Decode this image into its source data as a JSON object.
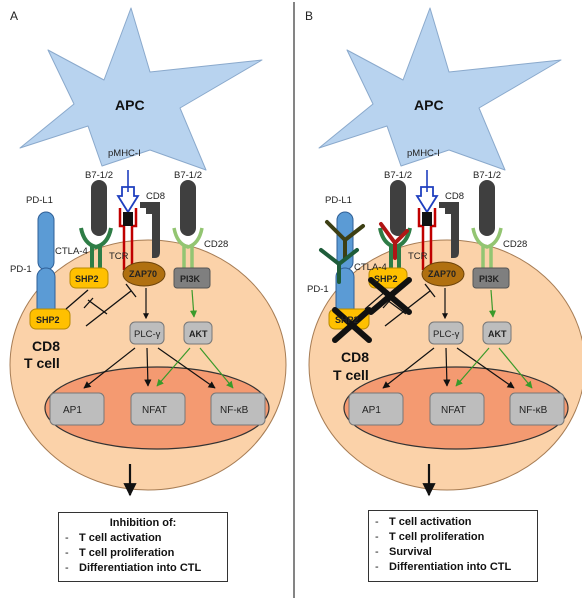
{
  "panels": [
    {
      "id": "A",
      "panel_label": "A",
      "apc": "APC",
      "pmhc": "pMHC-I",
      "b7_left": "B7-1/2",
      "b7_right": "B7-1/2",
      "cd8_receptor": "CD8",
      "pd_l1": "PD-L1",
      "pd_1": "PD-1",
      "ctla4": "CTLA-4",
      "tcr": "TCR",
      "cd28": "CD28",
      "shp2_top": "SHP2",
      "shp2_bottom": "SHP2",
      "zap70": "ZAP70",
      "pi3k": "PI3K",
      "plc": "PLC-γ",
      "akt": "AKT",
      "cell_line1": "CD8",
      "cell_line2": "T cell",
      "tf": [
        "AP1",
        "NFAT",
        "NF-κB"
      ],
      "outcome_title": "Inhibition of:",
      "outcomes": [
        "T cell activation",
        "T cell proliferation",
        "Differentiation into CTL"
      ]
    },
    {
      "id": "B",
      "panel_label": "B",
      "apc": "APC",
      "pmhc": "pMHC-I",
      "b7_left": "B7-1/2",
      "b7_right": "B7-1/2",
      "cd8_receptor": "CD8",
      "pd_l1": "PD-L1",
      "pd_1": "PD-1",
      "ctla4": "CTLA-4",
      "tcr": "TCR",
      "cd28": "CD28",
      "shp2_top": "SHP2",
      "shp2_bottom": "SHP2",
      "zap70": "ZAP70",
      "pi3k": "PI3K",
      "plc": "PLC-γ",
      "akt": "AKT",
      "cell_line1": "CD8",
      "cell_line2": "T cell",
      "tf": [
        "AP1",
        "NFAT",
        "NF-κB"
      ],
      "outcomes": [
        "T cell activation",
        "T cell proliferation",
        "Survival",
        "Differentiation into CTL"
      ]
    }
  ],
  "colors": {
    "apc": "#b8d3ef",
    "cell": "#fbd2a9",
    "nucleus": "#f49a71",
    "shp2": "#ffc000",
    "zap70": "#b07010",
    "tf_box": "#bdbdbd",
    "cd28": "#93c572",
    "ctla4": "#2e7d46",
    "pd1": "#5b9bd5",
    "tcr_red": "#c00000",
    "tcr_blue": "#1f3fbf",
    "antibody_red": "#b01515",
    "antibody_dark": "#3d3f14",
    "antibody_green": "#1e5c3a"
  }
}
